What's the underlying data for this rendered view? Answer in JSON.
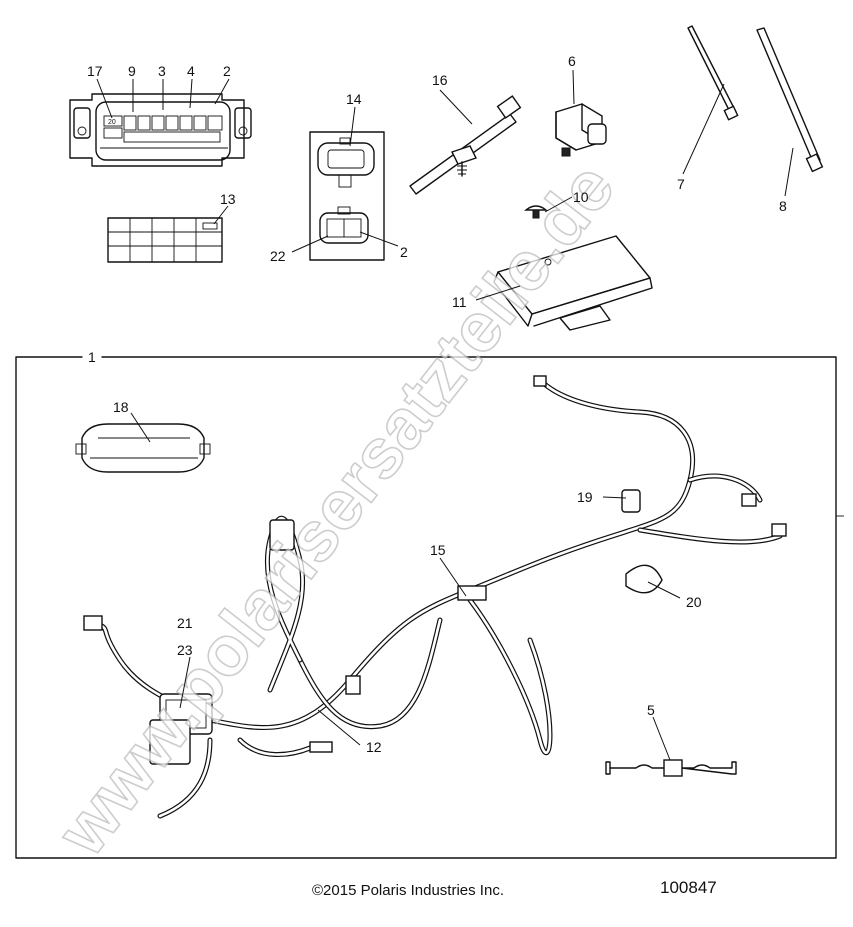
{
  "callouts": {
    "c1": "1",
    "c2a": "2",
    "c2b": "2",
    "c3": "3",
    "c4": "4",
    "c5": "5",
    "c6": "6",
    "c7": "7",
    "c8": "8",
    "c9": "9",
    "c10": "10",
    "c11": "11",
    "c12": "12",
    "c13": "13",
    "c14": "14",
    "c15": "15",
    "c16": "16",
    "c17": "17",
    "c18": "18",
    "c19": "19",
    "c20": "20",
    "c21": "21",
    "c22": "22",
    "c23": "23"
  },
  "fuse_box_slot": "20",
  "watermark": "www.polarisersatzteile.de",
  "footer": {
    "copyright": "©2015 Polaris Industries Inc.",
    "drawing_number": "100847"
  }
}
